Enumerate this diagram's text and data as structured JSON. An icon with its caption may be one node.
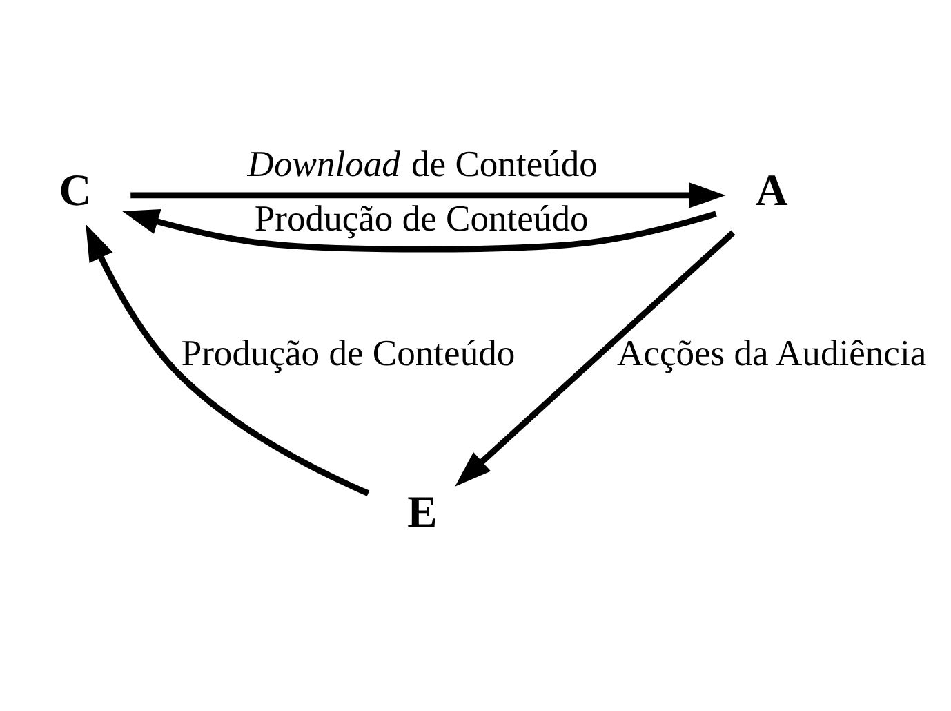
{
  "diagram": {
    "nodes": [
      {
        "text": [
          "C"
        ]
      },
      {
        "text": [
          "A"
        ]
      },
      {
        "text": [
          "E"
        ]
      }
    ],
    "edges": [
      {
        "from": 0,
        "to": 1,
        "arrow": "to",
        "label": "*Download* de Conteúdo"
      },
      {
        "from": 1,
        "to": 0,
        "arrow": "to",
        "label": "Produção de Conteúdo"
      },
      {
        "from": 1,
        "to": 2,
        "arrow": "to",
        "label": "Acções da Audiência"
      },
      {
        "from": 2,
        "to": 0,
        "arrow": "to",
        "label": "Produção de Conteúdo"
      }
    ]
  }
}
